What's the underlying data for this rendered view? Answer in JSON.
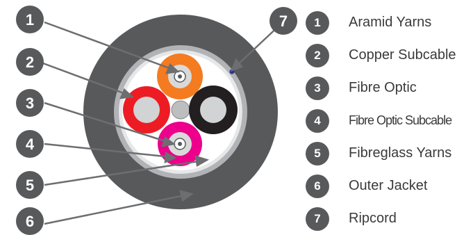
{
  "callouts": [
    "1",
    "2",
    "3",
    "4",
    "5",
    "6",
    "7"
  ],
  "legend": [
    {
      "number": "1",
      "label": "Aramid Yarns"
    },
    {
      "number": "2",
      "label": "Copper Subcable"
    },
    {
      "number": "3",
      "label": "Fibre Optic"
    },
    {
      "number": "4",
      "label": "Fibre Optic Subcable"
    },
    {
      "number": "5",
      "label": "Fibreglass Yarns"
    },
    {
      "number": "6",
      "label": "Outer Jacket"
    },
    {
      "number": "7",
      "label": "Ripcord"
    }
  ],
  "colors": {
    "badge": "#58595b",
    "outer_jacket": "#58595b",
    "inner_sheath": "#a7a9ac",
    "orange_subcable": "#f47b20",
    "red_subcable": "#ed1c24",
    "black_subcable": "#231f20",
    "magenta_subcable": "#ec008c",
    "ripcord": "#2e3192"
  }
}
